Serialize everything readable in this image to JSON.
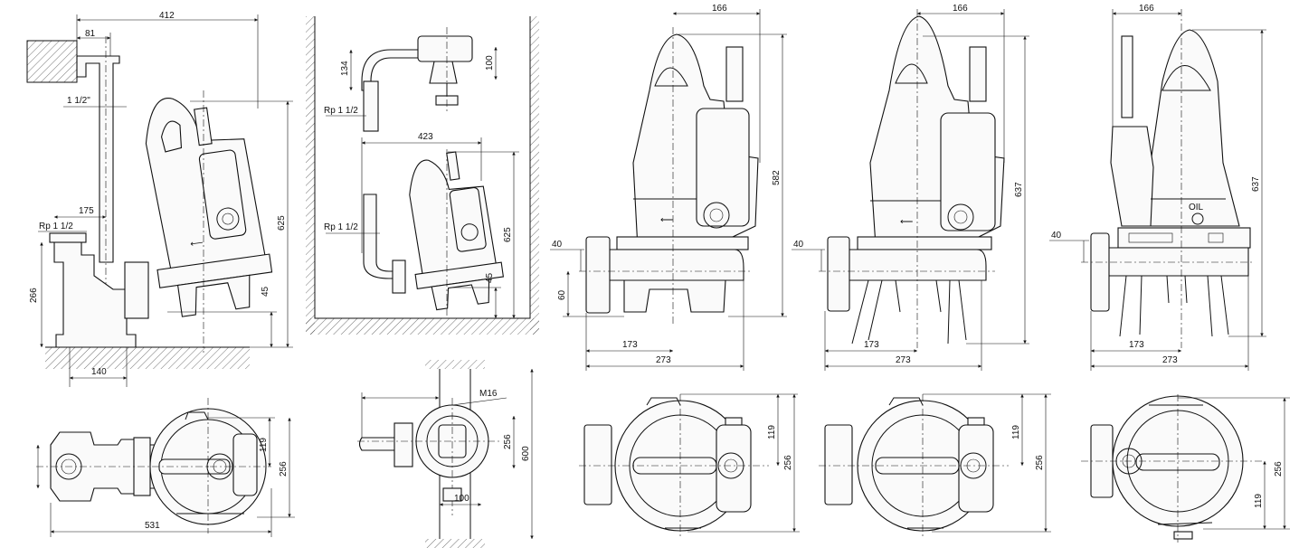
{
  "views": {
    "v1_side": {
      "d412": "412",
      "d81": "81",
      "d1_5in": "1 1/2\"",
      "d175": "175",
      "drp": "Rp 1 1/2",
      "d266": "266",
      "d625": "625",
      "d45": "45",
      "d140": "140"
    },
    "v2_wall": {
      "d134": "134",
      "d100": "100",
      "drp1": "Rp 1 1/2",
      "d423": "423",
      "drp2": "Rp 1 1/2",
      "d625": "625",
      "d45": "45"
    },
    "v3_side": {
      "d166": "166",
      "d582": "582",
      "d40": "40",
      "d60": "60",
      "d173": "173",
      "d273": "273"
    },
    "v4_side": {
      "d166": "166",
      "d637": "637",
      "d40": "40",
      "d173": "173",
      "d273": "273"
    },
    "v5_side": {
      "d166": "166",
      "d637": "637",
      "d40": "40",
      "oil": "OIL",
      "d173": "173",
      "d273": "273"
    },
    "p1_top": {
      "d119": "119",
      "d256": "256",
      "d531": "531"
    },
    "p2_top": {
      "m16": "M16",
      "d256": "256",
      "d600": "600",
      "d100": "100"
    },
    "p3_top": {
      "d119": "119",
      "d256": "256"
    },
    "p4_top": {
      "d119": "119",
      "d256": "256"
    },
    "p5_top": {
      "d256": "256",
      "d119": "119"
    }
  },
  "colors": {
    "line": "#111111",
    "background": "#ffffff"
  }
}
